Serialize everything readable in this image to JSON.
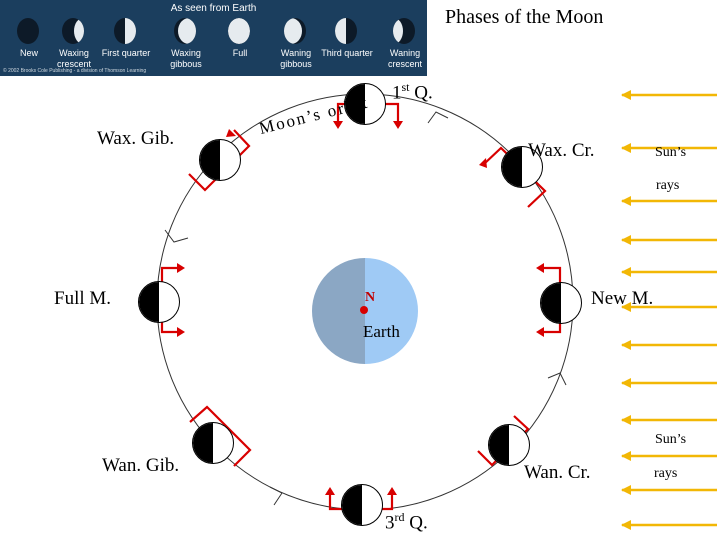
{
  "header": {
    "strip_title": "As seen from Earth",
    "phases": [
      "New",
      "Waxing crescent",
      "First quarter",
      "Waxing gibbous",
      "Full",
      "Waning gibbous",
      "Third quarter",
      "Waning crescent"
    ],
    "copyright": "© 2002 Brooks Cole Publishing - a division of Thomson Learning"
  },
  "title": "Phases of the Moon",
  "positions": {
    "first_quarter": "1",
    "first_quarter_sup": "st",
    "first_quarter_suffix": " Q.",
    "waxing_gibbous": "Wax. Gib.",
    "waxing_crescent": "Wax. Cr.",
    "full": "Full M.",
    "new": "New M.",
    "waning_gibbous": "Wan. Gib.",
    "waning_crescent": "Wan. Cr.",
    "third_quarter": "3",
    "third_quarter_sup": "rd",
    "third_quarter_suffix": " Q."
  },
  "orbit_label": "Moon’s orbit",
  "earth": {
    "label": "Earth",
    "north": "N"
  },
  "sun": {
    "label_top_1": "Sun’s",
    "label_top_2": "rays",
    "label_bottom_1": "Sun’s",
    "label_bottom_2": "rays"
  },
  "colors": {
    "arrow": "#f2b705",
    "marker": "#d80000",
    "strip": "#1b3e5e",
    "earth_day": "#9fcaf5",
    "earth_night": "#8ba7c4"
  }
}
